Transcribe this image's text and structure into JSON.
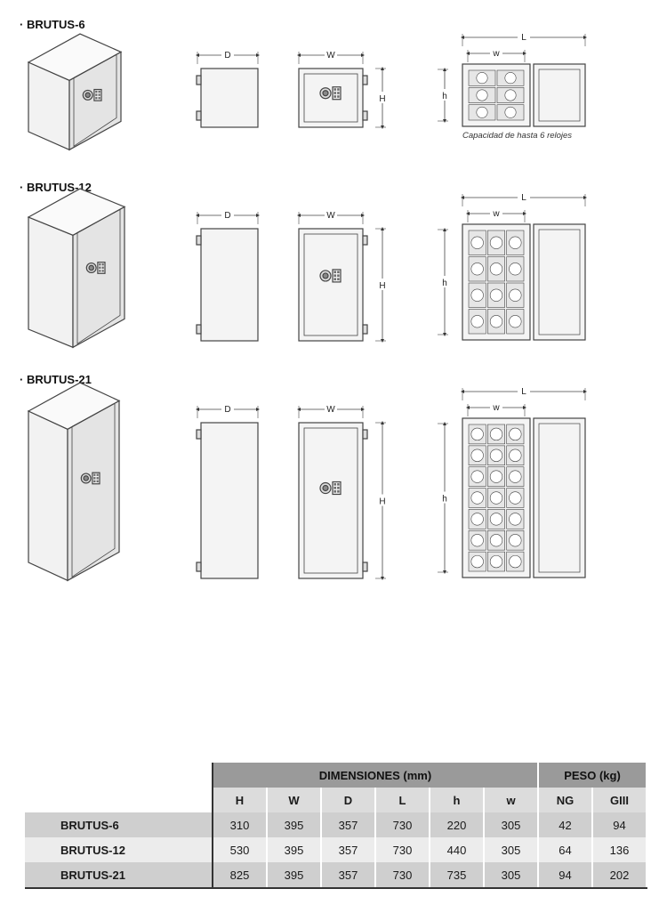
{
  "sections": [
    {
      "title": "· BRUTUS-6"
    },
    {
      "title": "· BRUTUS-12"
    },
    {
      "title": "· BRUTUS-21"
    }
  ],
  "dimension_letters": {
    "D": "D",
    "W": "W",
    "H": "H",
    "L": "L",
    "h": "h",
    "w": "w"
  },
  "caption": "Capacidad de hasta 6 relojes",
  "table": {
    "group_headers": [
      "DIMENSIONES (mm)",
      "PESO (kg)"
    ],
    "columns": [
      "H",
      "W",
      "D",
      "L",
      "h",
      "w",
      "NG",
      "GIII"
    ],
    "rows": [
      {
        "name": "BRUTUS-6",
        "values": [
          "310",
          "395",
          "357",
          "730",
          "220",
          "305",
          "42",
          "94"
        ]
      },
      {
        "name": "BRUTUS-12",
        "values": [
          "530",
          "395",
          "357",
          "730",
          "440",
          "305",
          "64",
          "136"
        ]
      },
      {
        "name": "BRUTUS-21",
        "values": [
          "825",
          "395",
          "357",
          "730",
          "735",
          "305",
          "94",
          "202"
        ]
      }
    ]
  }
}
